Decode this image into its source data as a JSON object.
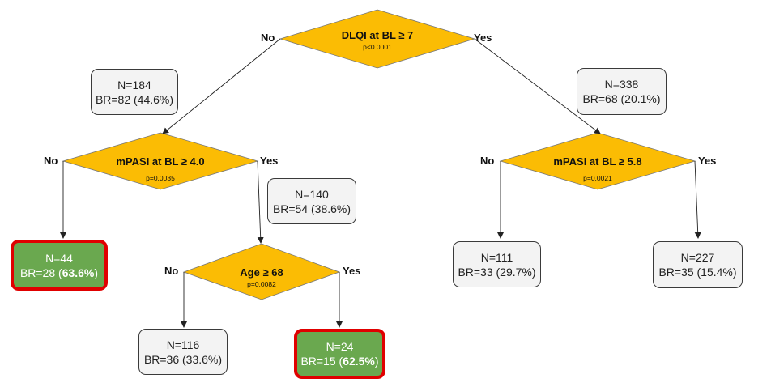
{
  "colors": {
    "decision_fill": "#fbbc04",
    "highlight_fill": "#6aa84f",
    "highlight_border": "#e00000",
    "node_fill": "#f3f3f3"
  },
  "root": {
    "question": "DLQI at BL ≥ 7",
    "p": "p<0.0001",
    "no": "No",
    "yes": "Yes"
  },
  "left_split": {
    "question": "mPASI at BL ≥ 4.0",
    "p": "p=0.0035",
    "no": "No",
    "yes": "Yes"
  },
  "right_split": {
    "question": "mPASI at BL ≥ 5.8",
    "p": "p=0.0021",
    "no": "No",
    "yes": "Yes"
  },
  "age_split": {
    "question": "Age ≥ 68",
    "p": "p=0.0082",
    "no": "No",
    "yes": "Yes"
  },
  "nodes": {
    "n184": {
      "n": "N=184",
      "br": "BR=82 (44.6%)"
    },
    "n338": {
      "n": "N=338",
      "br": "BR=68 (20.1%)"
    },
    "n140": {
      "n": "N=140",
      "br": "BR=54 (38.6%)"
    },
    "n44": {
      "n": "N=44",
      "br_prefix": "BR=28 (",
      "br_pct": "63.6%",
      "br_suffix": ")"
    },
    "n111": {
      "n": "N=111",
      "br": "BR=33 (29.7%)"
    },
    "n227": {
      "n": "N=227",
      "br": "BR=35 (15.4%)"
    },
    "n116": {
      "n": "N=116",
      "br": "BR=36 (33.6%)"
    },
    "n24": {
      "n": "N=24",
      "br_prefix": "BR=15 (",
      "br_pct": "62.5%",
      "br_suffix": ")"
    }
  }
}
